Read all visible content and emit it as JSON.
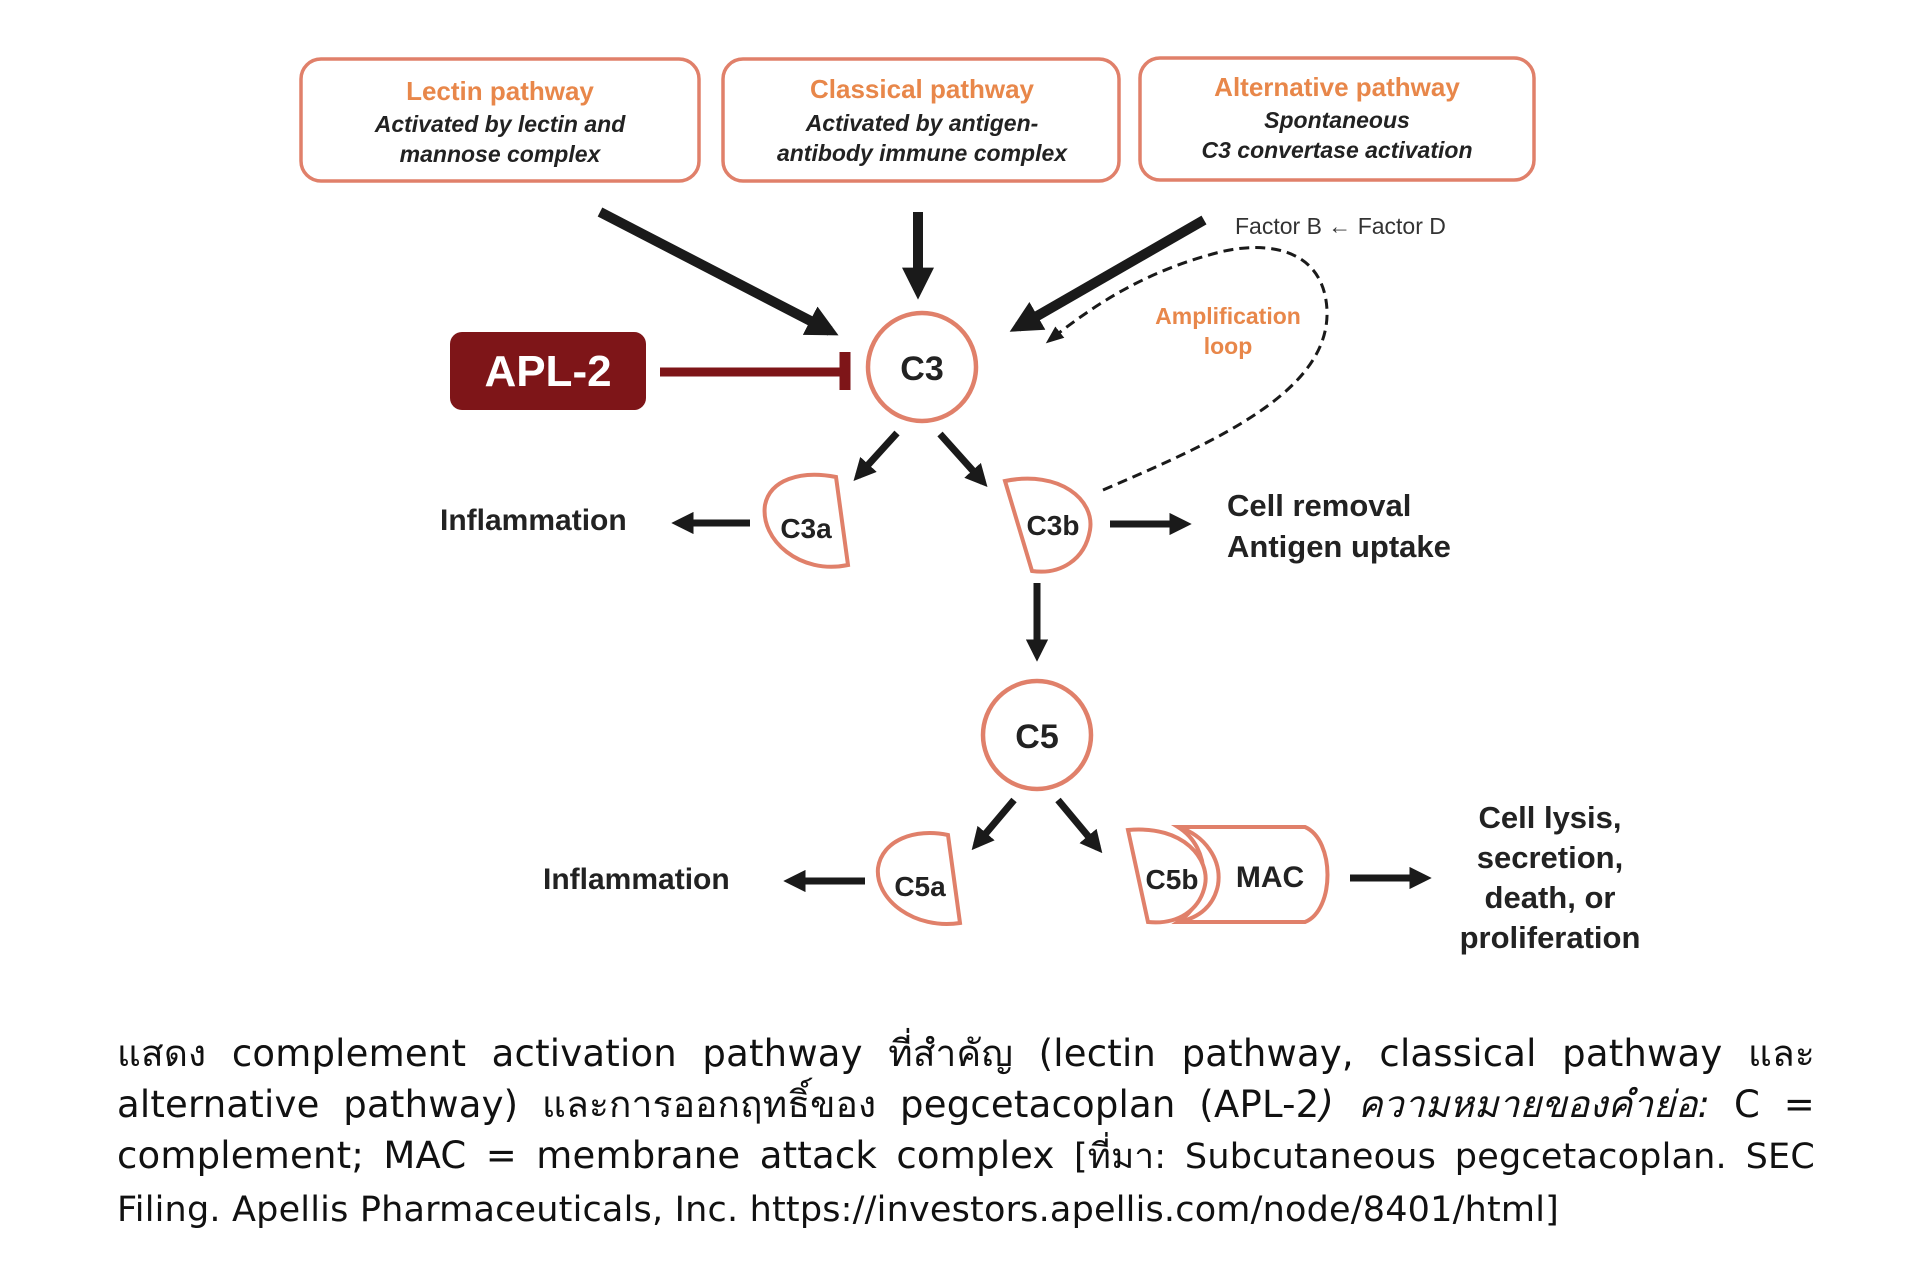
{
  "diagram": {
    "pathways": [
      {
        "title": "Lectin pathway",
        "line1": "Activated by lectin and",
        "line2": "mannose complex"
      },
      {
        "title": "Classical pathway",
        "line1": "Activated by antigen-",
        "line2": "antibody immune complex"
      },
      {
        "title": "Alternative pathway",
        "line1": "Spontaneous",
        "line2": "C3 convertase activation"
      }
    ],
    "factor_label": "Factor B ← Factor D",
    "amplification_label": [
      "Amplification",
      "loop"
    ],
    "inhibitor": "APL-2",
    "nodes": {
      "c3": "C3",
      "c3a": "C3a",
      "c3b": "C3b",
      "c5": "C5",
      "c5a": "C5a",
      "c5b": "C5b",
      "mac": "MAC"
    },
    "outcomes": {
      "c3a": "Inflammation",
      "c3b": [
        "Cell removal",
        "Antigen uptake"
      ],
      "c5a": "Inflammation",
      "mac": [
        "Cell lysis,",
        "secretion,",
        "death, or",
        "proliferation"
      ]
    },
    "colors": {
      "accent_orange": "#E8874A",
      "node_border": "#E0806A",
      "inhibitor_fill": "#7E1518",
      "arrow": "#1a1a1a"
    }
  },
  "caption": {
    "part1": "แสดง complement activation pathway ที่สำคัญ (lectin pathway, classical pathway และ alternative pathway) และการออกฤทธิ์ของ pegcetacoplan (APL-2",
    "part2_italic": ") ความหมายของคำย่อ:",
    "part3": " C = complement; MAC = membrane attack complex ",
    "part4_source": "[ที่มา: Subcutaneous pegcetacoplan. SEC Filing. Apellis Pharmaceuticals, Inc. https://investors.apellis.com/node/8401/html]"
  }
}
